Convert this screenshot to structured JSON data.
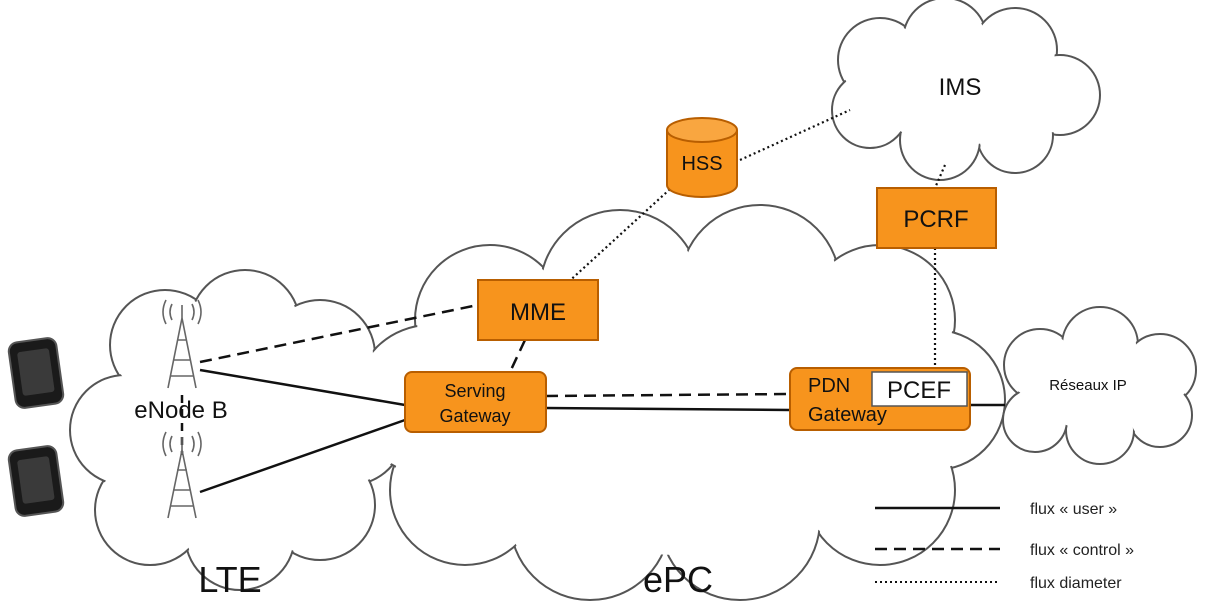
{
  "diagram": {
    "nodes": {
      "ims": "IMS",
      "hss": "HSS",
      "pcrf": "PCRF",
      "mme": "MME",
      "serving_gateway": [
        "Serving",
        "Gateway"
      ],
      "pdn_gateway": [
        "PDN",
        "Gateway"
      ],
      "pcef": "PCEF",
      "enodeb": "eNode B",
      "ip_networks": "Réseaux IP"
    },
    "region_labels": {
      "lte": "LTE",
      "epc": "ePC"
    },
    "legend": [
      {
        "style": "solid",
        "label": "flux « user »"
      },
      {
        "style": "dashed",
        "label": "flux « control »"
      },
      {
        "style": "dotted",
        "label": "flux diameter"
      }
    ],
    "colors": {
      "node_fill": "#f7941d",
      "node_stroke": "#b85e00",
      "cloud_stroke": "#555555",
      "line": "#111111"
    }
  }
}
